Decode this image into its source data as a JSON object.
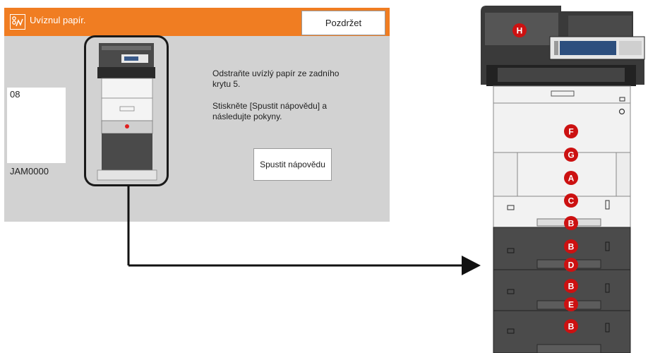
{
  "panel": {
    "title": "Uvíznul papír.",
    "hold_button": "Pozdržet",
    "card_code": "08",
    "jam_code": "JAM0000",
    "instruction_1": "Odstraňte uvízlý papír ze zadního krytu 5.",
    "instruction_2": "Stiskněte [Spustit nápovědu] a následujte pokyny.",
    "help_button": "Spustit nápovědu",
    "title_icon": "paper-jam-icon",
    "accent_color": "#f07d22"
  },
  "printer_labels": {
    "H": "H",
    "F": "F",
    "G": "G",
    "A": "A",
    "C": "C",
    "B1": "B",
    "B2": "B",
    "D": "D",
    "B3": "B",
    "E": "E",
    "B4": "B",
    "label_color": "#cc1111"
  }
}
